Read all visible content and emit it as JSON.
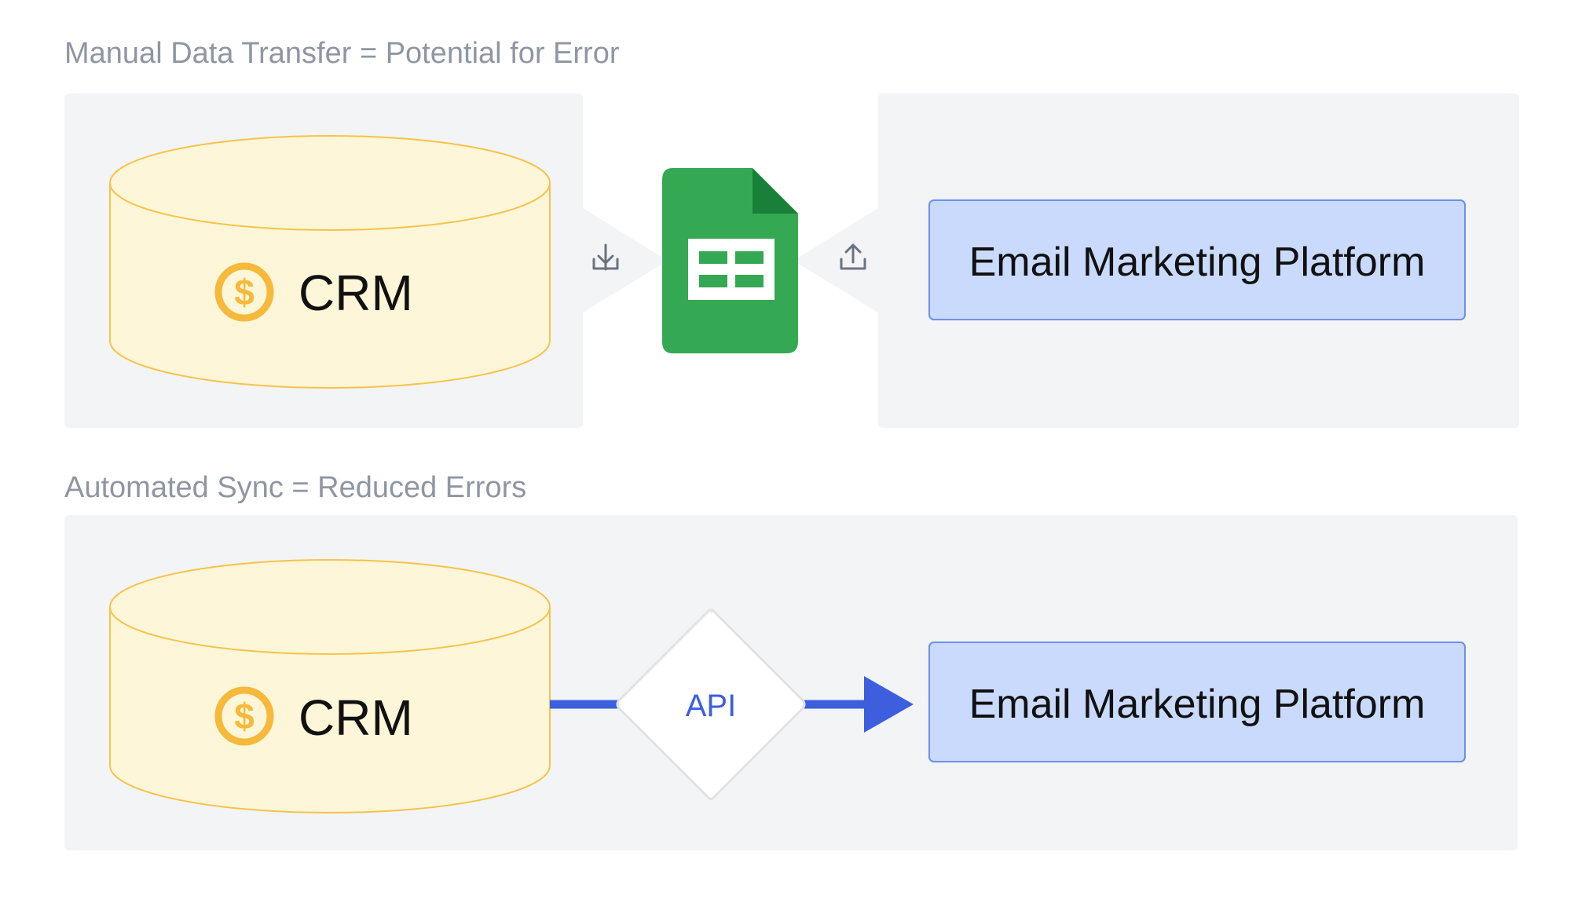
{
  "manual_section": {
    "title": "Manual Data Transfer = Potential for Error",
    "crm": {
      "label": "CRM",
      "icon": "dollar-coin-icon"
    },
    "spreadsheet": {
      "icon": "google-sheets-icon"
    },
    "download_icon": "download-icon",
    "upload_icon": "upload-icon",
    "target": {
      "label": "Email Marketing Platform"
    }
  },
  "automated_section": {
    "title": "Automated Sync = Reduced Errors",
    "crm": {
      "label": "CRM",
      "icon": "dollar-coin-icon"
    },
    "connector": {
      "label": "API"
    },
    "target": {
      "label": "Email Marketing Platform"
    }
  },
  "colors": {
    "panel_bg": "#f3f4f6",
    "crm_fill": "#fdf6d8",
    "crm_stroke": "#f6c34a",
    "coin": "#f6b93b",
    "target_fill": "#c9dafc",
    "target_stroke": "#6c90ec",
    "arrow_blue": "#3d5fde",
    "sheets_green": "#34a853",
    "sheets_dark": "#188038",
    "title_gray": "#8f96a3"
  }
}
